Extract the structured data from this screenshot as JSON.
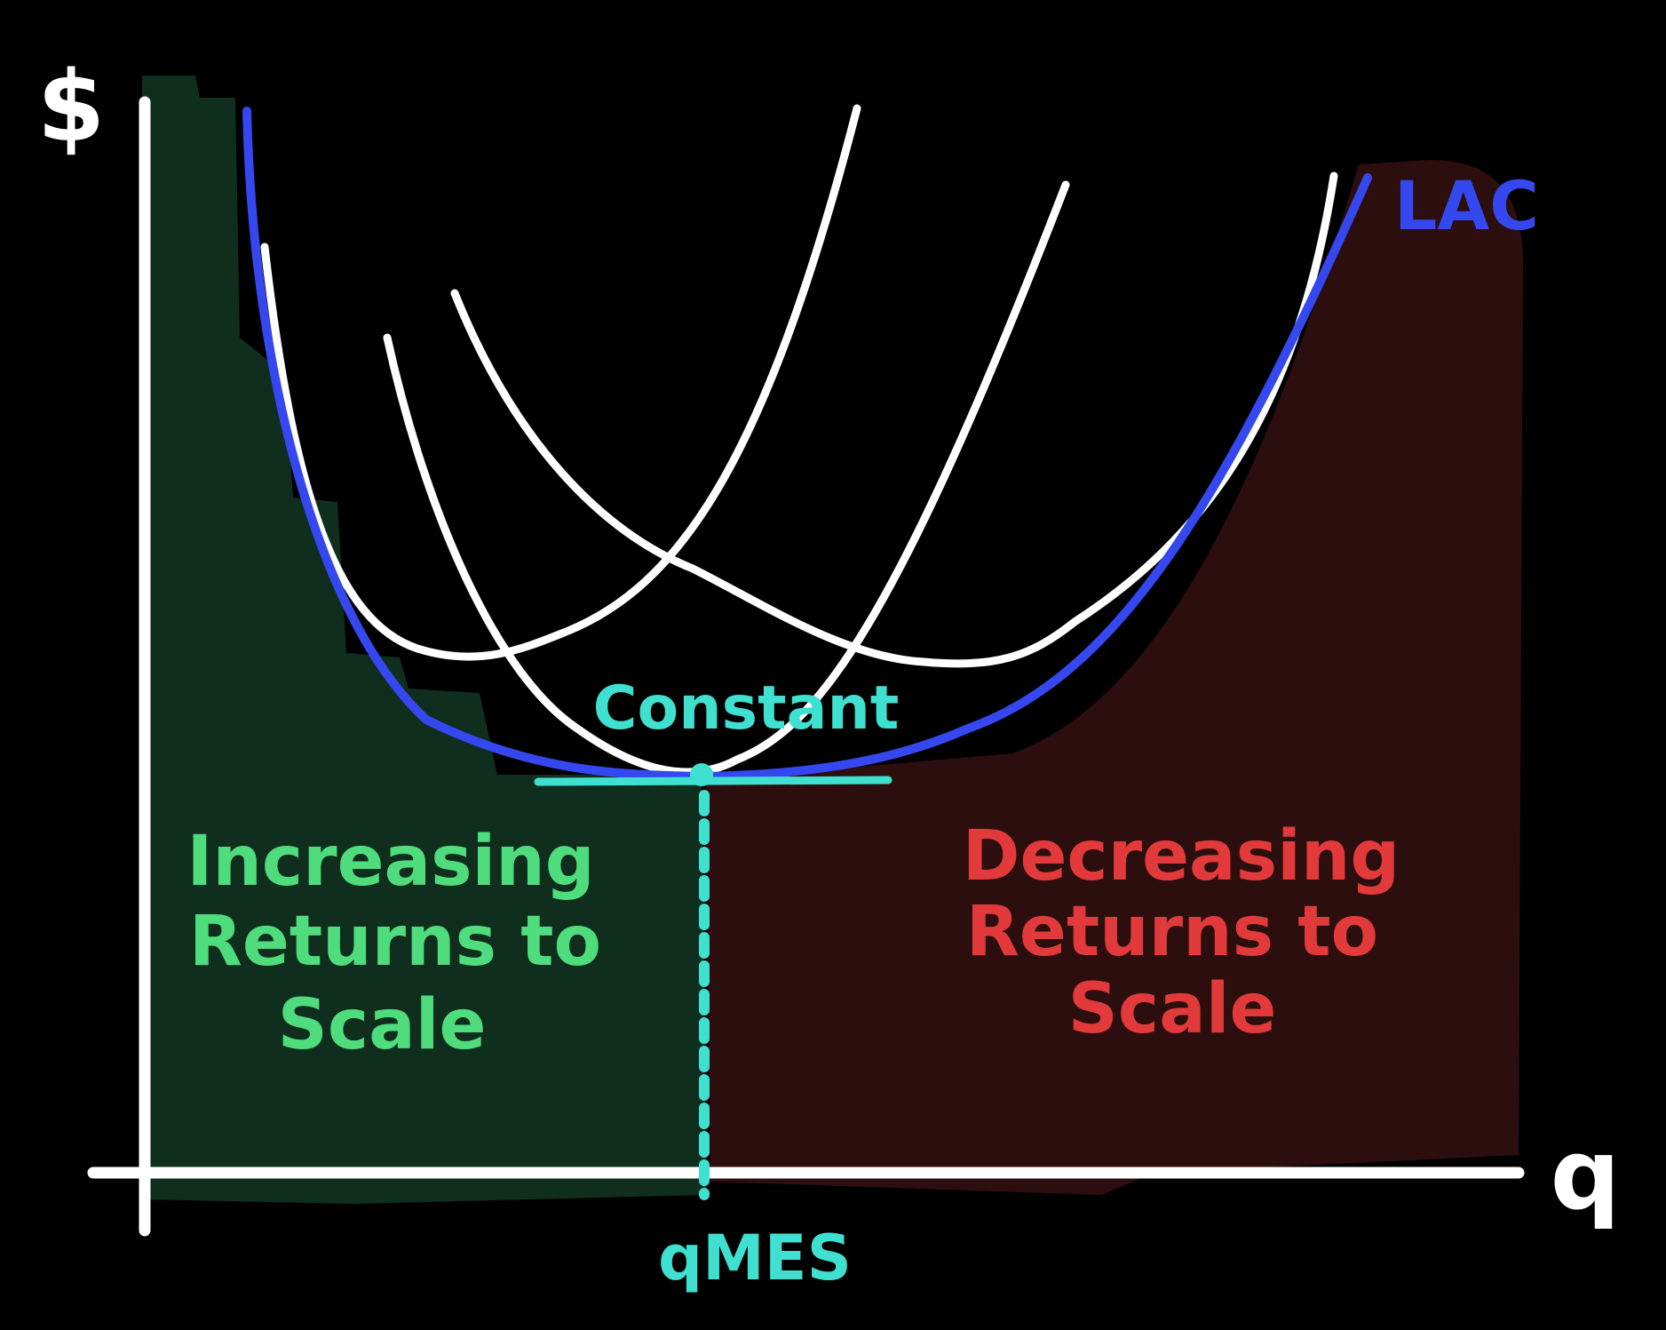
{
  "axes": {
    "y_label": "$",
    "x_label": "q"
  },
  "curves": {
    "lac_label": "LAC"
  },
  "regions": {
    "increasing": {
      "line1": "Increasing",
      "line2": "Returns to",
      "line3": "Scale"
    },
    "constant": "Constant",
    "decreasing": {
      "line1": "Decreasing",
      "line2": "Returns to",
      "line3": "Scale"
    }
  },
  "markers": {
    "mes_label": "qMES"
  },
  "colors": {
    "background": "#000000",
    "axis": "#ffffff",
    "sac_curves": "#ffffff",
    "lac_curve": "#3548f0",
    "constant_accent": "#3fe0cf",
    "increasing_fill": "#0f2e1e",
    "increasing_text": "#4fdc7c",
    "decreasing_fill": "#2d0e0e",
    "decreasing_text": "#e23a3a"
  }
}
